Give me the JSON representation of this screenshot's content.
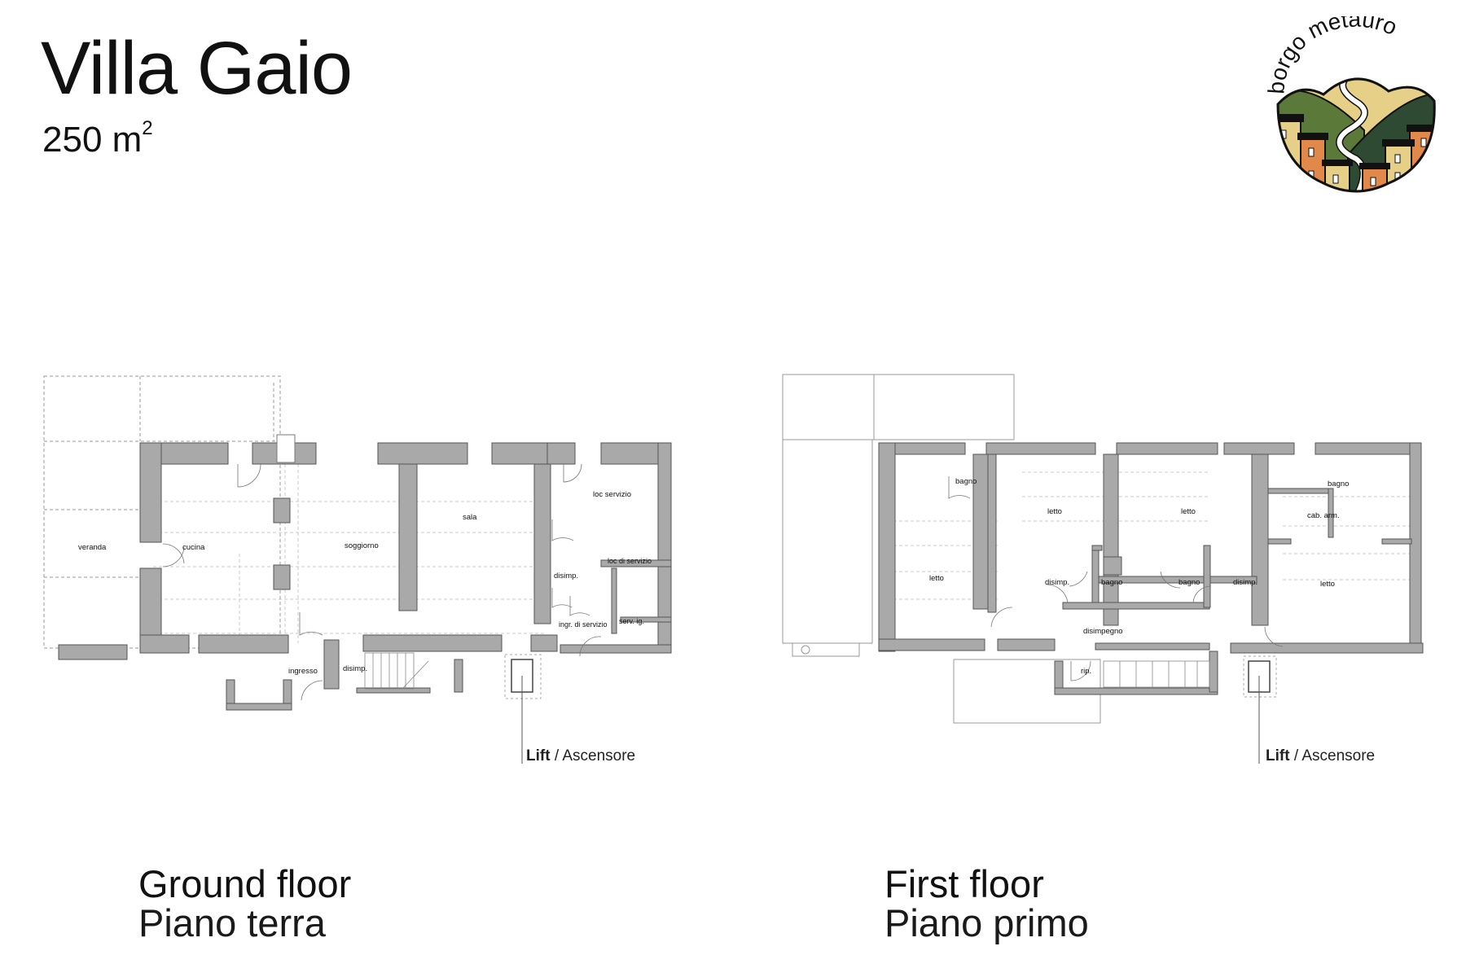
{
  "header": {
    "title": "Villa Gaio",
    "area_value": "250 m",
    "area_unit_sup": "2"
  },
  "logo": {
    "text": "borgo metauro",
    "colors": {
      "dark_green": "#2f4a33",
      "olive_green": "#5b7a3a",
      "sand": "#e6cf86",
      "orange": "#e0894a",
      "outline": "#111111"
    }
  },
  "plans": {
    "wall_color": "#a9a9a9",
    "ground_floor": {
      "label_en": "Ground floor",
      "label_it": "Piano terra",
      "lift_label_en": "Lift",
      "lift_sep": " / ",
      "lift_label_it": "Ascensore",
      "rooms": [
        {
          "name": "veranda"
        },
        {
          "name": "cucina"
        },
        {
          "name": "soggiorno"
        },
        {
          "name": "sala"
        },
        {
          "name": "loc servizio"
        },
        {
          "name": "loc di servizio"
        },
        {
          "name": "disimp."
        },
        {
          "name": "ingr. di servizio"
        },
        {
          "name": "serv. ig."
        },
        {
          "name": "ingresso"
        },
        {
          "name": "disimp."
        }
      ]
    },
    "first_floor": {
      "label_en": "First floor",
      "label_it": "Piano primo",
      "lift_label_en": "Lift",
      "lift_sep": " / ",
      "lift_label_it": "Ascensore",
      "rooms": [
        {
          "name": "bagno"
        },
        {
          "name": "letto"
        },
        {
          "name": "letto"
        },
        {
          "name": "letto"
        },
        {
          "name": "bagno"
        },
        {
          "name": "cab. arm."
        },
        {
          "name": "letto"
        },
        {
          "name": "disimp."
        },
        {
          "name": "bagno"
        },
        {
          "name": "bagno"
        },
        {
          "name": "disimp."
        },
        {
          "name": "disimpegno"
        },
        {
          "name": "rip."
        }
      ]
    }
  }
}
